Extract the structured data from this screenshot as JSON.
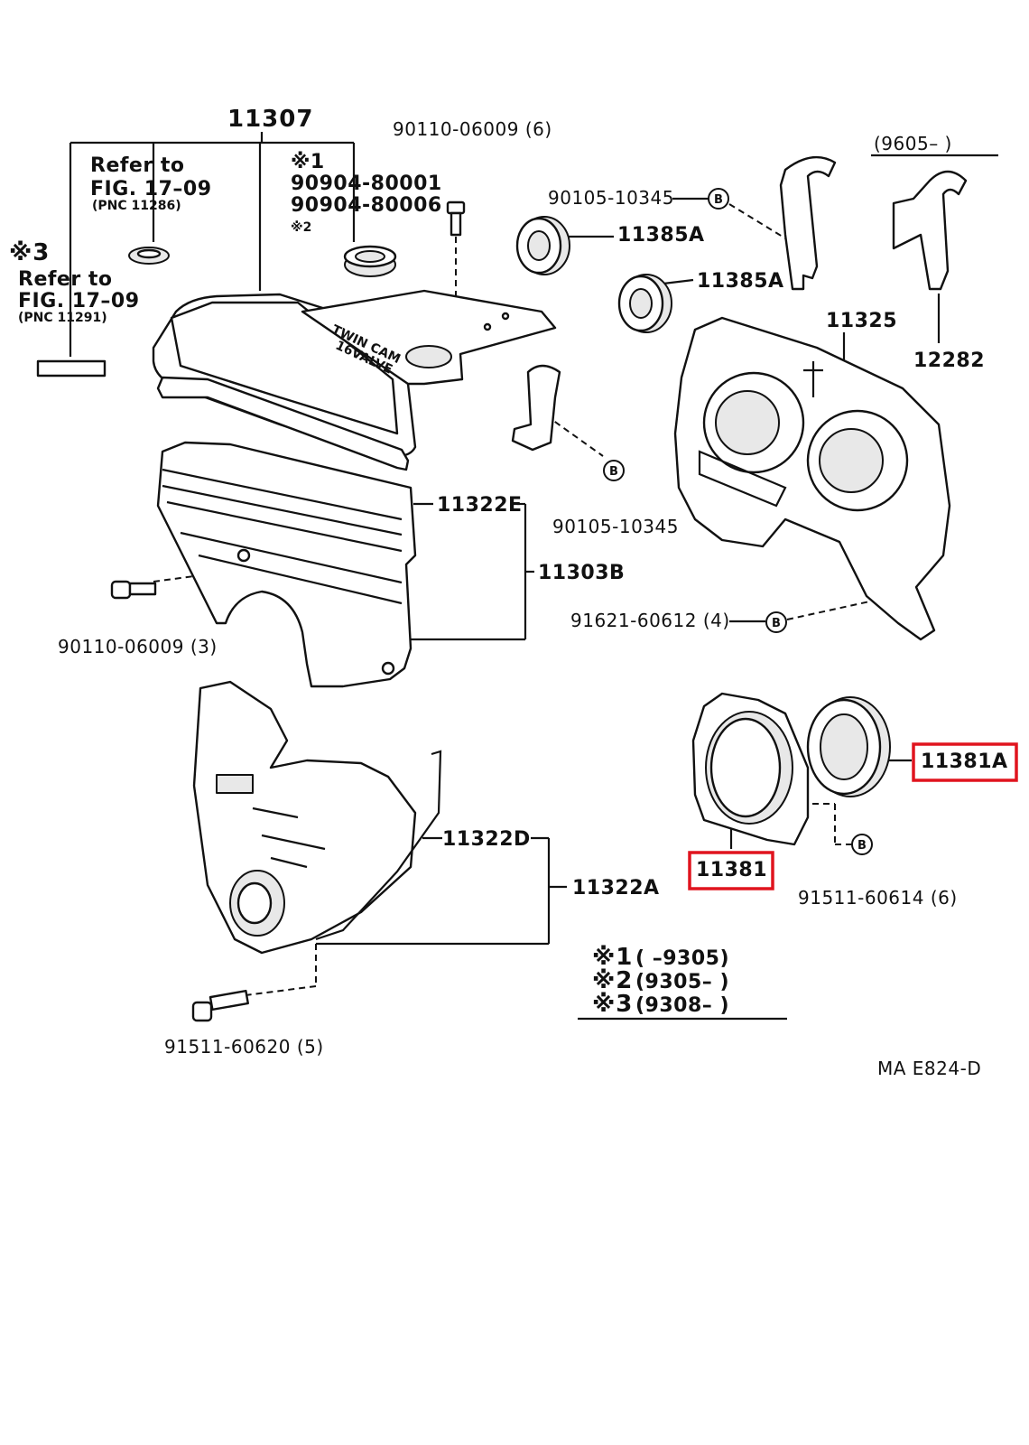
{
  "labels": {
    "cover_top": "11307",
    "bolt_top": "90110-06009 (6)",
    "refer1_title": "Refer to",
    "refer1_fig": "FIG. 17–09",
    "refer1_pnc": "(PNC 11286)",
    "note1_mark": "※1",
    "gasket_1": "90904-80001",
    "gasket_2": "90904-80006",
    "note2_mark": "※2",
    "note3_mark": "※3",
    "refer2_title": "Refer to",
    "refer2_fig": "FIG. 17–09",
    "refer2_pnc": "(PNC 11291)",
    "bolt_b1": "90105-10345",
    "seal_a1": "11385A",
    "seal_a2": "11385A",
    "date_top": "(9605–           )",
    "hanger": "12282",
    "rear_plate": "11325",
    "gasket_e": "11322E",
    "cover_b": "11303B",
    "bolt_b2": "90105-10345",
    "bolt_left": "90110-06009 (3)",
    "bolt_right": "91621-60612 (4)",
    "oil_seal": "11381A",
    "retainer": "11381",
    "bolt_retainer": "91511-60614 (6)",
    "gasket_d": "11322D",
    "cover_a": "11322A",
    "bolt_bottom": "91511-60620 (5)",
    "legend_1_mark": "※1",
    "legend_1_text": "(         –9305)",
    "legend_2_mark": "※2",
    "legend_2_text": "(9305–          )",
    "legend_3_mark": "※3",
    "legend_3_text": "(9308–          )",
    "diagram_code": "MA  E824-D",
    "cover_emboss_1": "TWIN CAM",
    "cover_emboss_2": "16VALVE",
    "circle_b": "B"
  },
  "highlight_color": "#e0141e"
}
